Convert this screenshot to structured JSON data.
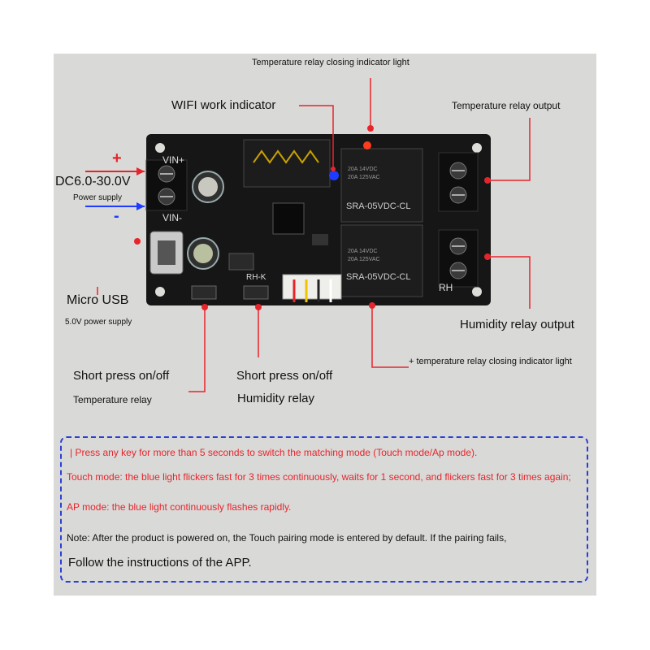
{
  "labels": {
    "temp_indicator_light": "Temperature relay closing indicator light",
    "wifi_indicator": "WIFI work indicator",
    "temp_relay_output": "Temperature relay output",
    "power_voltage": "DC6.0-30.0V",
    "power_supply": "Power supply",
    "plus": "+",
    "minus": "-",
    "micro_usb": "Micro USB",
    "usb_power": "5.0V power supply",
    "humidity_relay_output": "Humidity relay output",
    "humidity_indicator_light": "+ temperature relay closing indicator light",
    "short_press_temp": "Short press on/off",
    "temp_relay": "Temperature relay",
    "short_press_humidity": "Short press on/off",
    "humidity_relay": "Humidity relay"
  },
  "board_text": {
    "vin_plus": "VIN+",
    "vin_minus": "VIN-",
    "relay_model_1": "SRA-05VDC-CL",
    "relay_model_2": "SRA-05VDC-CL",
    "relay_rating_1a": "20A 14VDC",
    "relay_rating_1b": "20A 125VAC",
    "relay_rating_2a": "20A 14VDC",
    "relay_rating_2b": "20A 125VAC",
    "rh_label": "RH",
    "rhk_label": "RH-K"
  },
  "notes": {
    "line1": "| Press any key for more than 5 seconds to switch the matching mode (Touch mode/Ap mode).",
    "line2": "Touch mode: the blue light flickers fast for 3 times continuously, waits for 1 second, and flickers fast for 3 times again;",
    "line3": "AP mode: the blue light continuously flashes rapidly.",
    "line4": "Note: After the product is powered on, the Touch pairing mode is entered by default. If the pairing fails,",
    "line5": "Follow the instructions of the APP."
  },
  "colors": {
    "callout": "#e8242b",
    "note_border": "#2b3fd6",
    "board": "#151515",
    "terminal": "#111111"
  }
}
